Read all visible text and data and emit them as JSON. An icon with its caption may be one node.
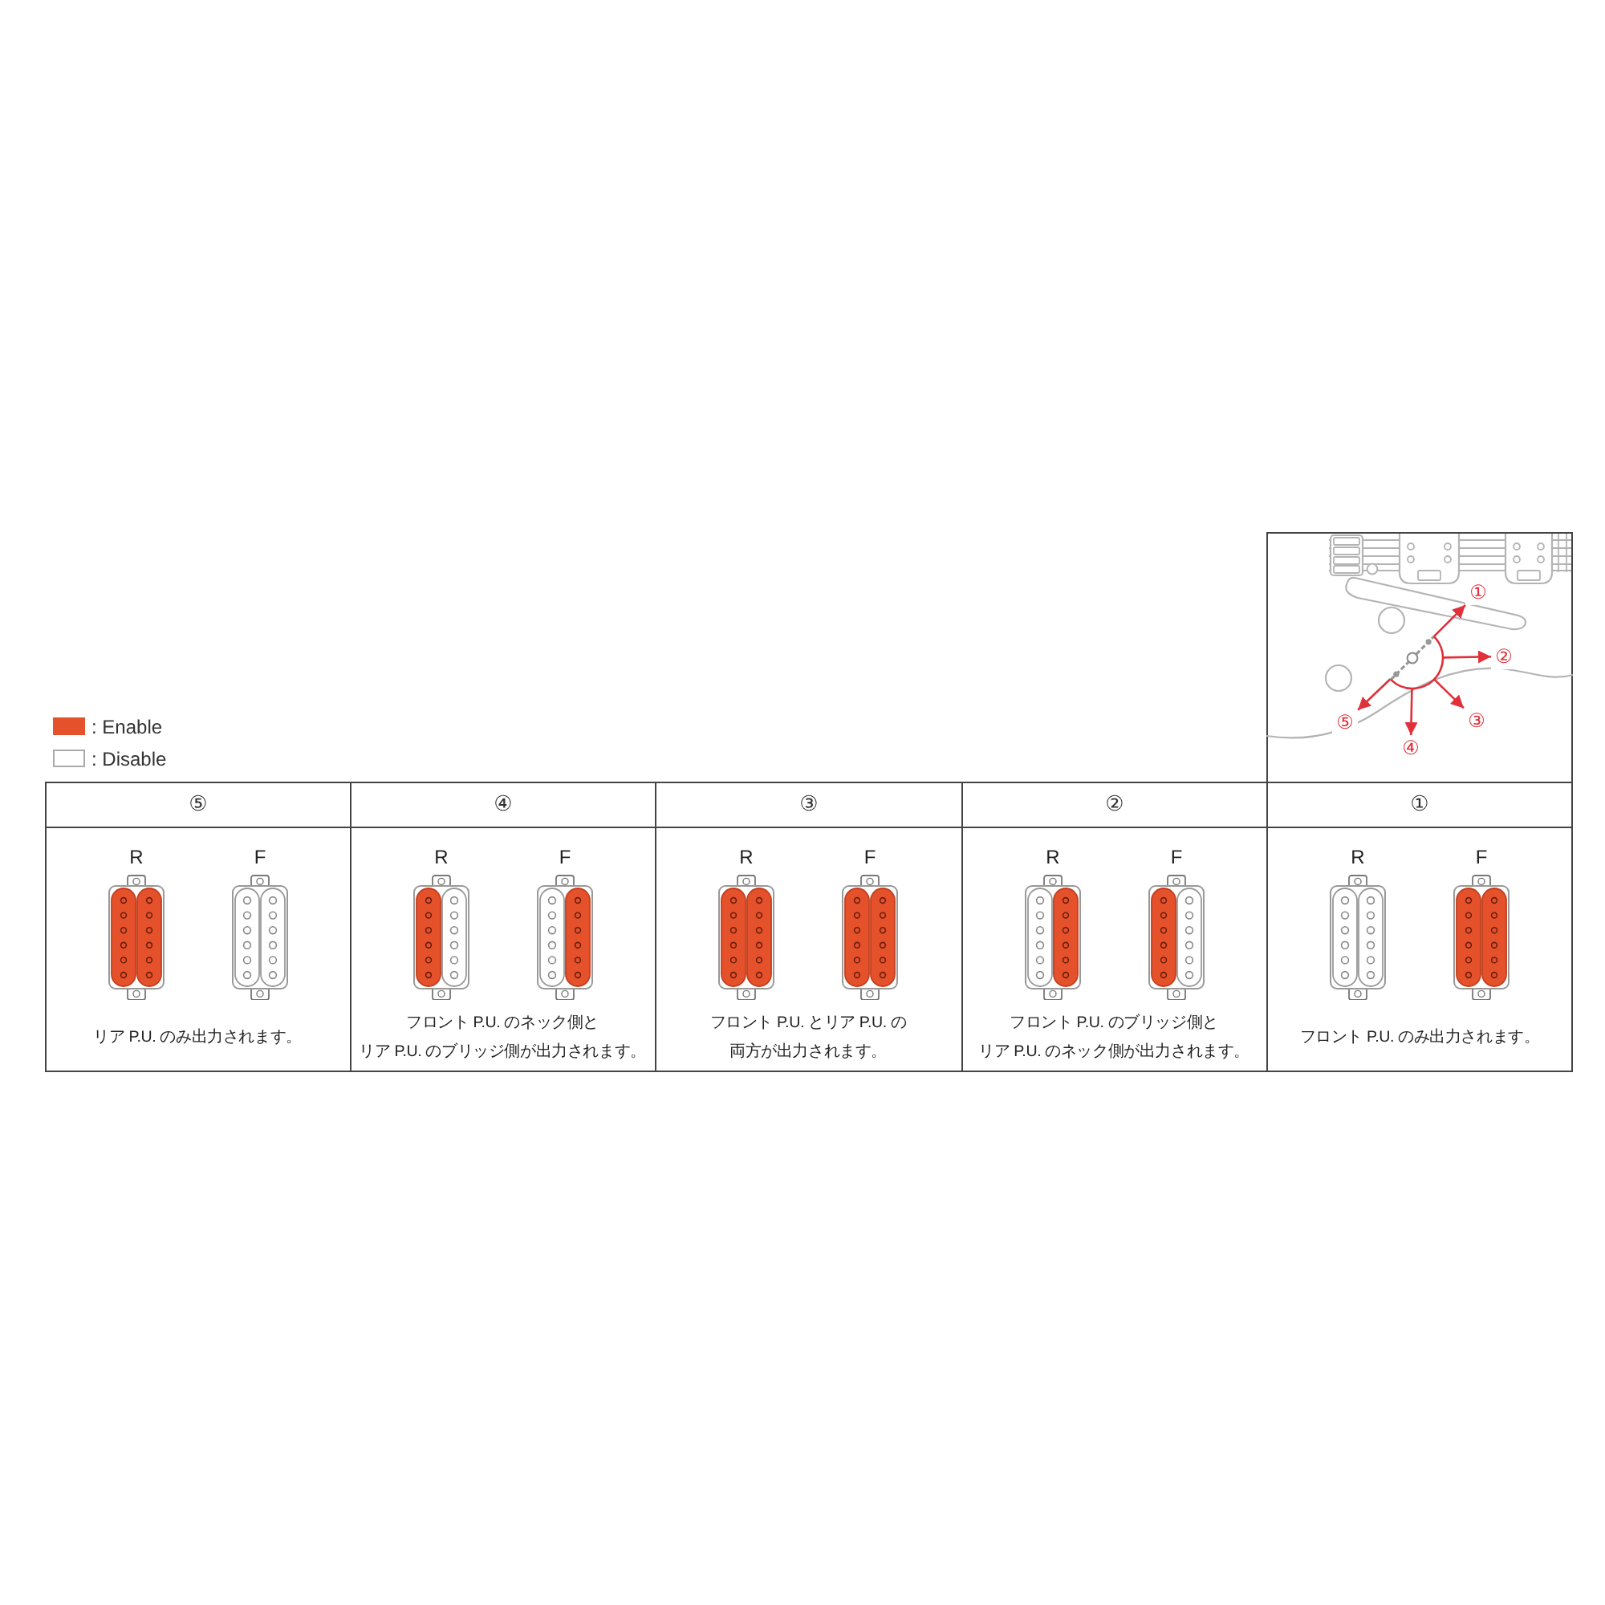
{
  "diagram": {
    "nodes": [
      {
        "text": [],
        "shape": "picture"
      },
      {
        "text": [
          "①"
        ]
      },
      {
        "text": [
          "②"
        ]
      },
      {
        "text": [
          "③"
        ]
      },
      {
        "text": [
          "④"
        ]
      },
      {
        "text": [
          "⑤"
        ]
      }
    ],
    "edges": [
      {
        "from": 0,
        "to": 1,
        "arrow": "to"
      },
      {
        "from": 0,
        "to": 2,
        "arrow": "to"
      },
      {
        "from": 0,
        "to": 3,
        "arrow": "to"
      },
      {
        "from": 0,
        "to": 4,
        "arrow": "to"
      },
      {
        "from": 0,
        "to": 5,
        "arrow": "to"
      }
    ],
    "labels": [
      "⑤",
      "④",
      "③",
      "②",
      "①",
      "R",
      "F",
      "リア P.U. のみ出力されます。",
      "R",
      "F",
      "フロント P.U. のネック側とリア P.U. のブリッジ側が出力されます。",
      "R",
      "F",
      "フロント P.U. とリア P.U. の両方が出力されます。",
      "R",
      "F",
      "フロント P.U. のブリッジ側とリア P.U. のネック側が出力されます。",
      "R",
      "F",
      "フロント P.U. のみ出力されます。"
    ],
    "legend": [
      {
        "text": ": Enable",
        "color": "#e4512b"
      },
      {
        "text": ": Disable",
        "color": "#ffffff"
      }
    ]
  }
}
